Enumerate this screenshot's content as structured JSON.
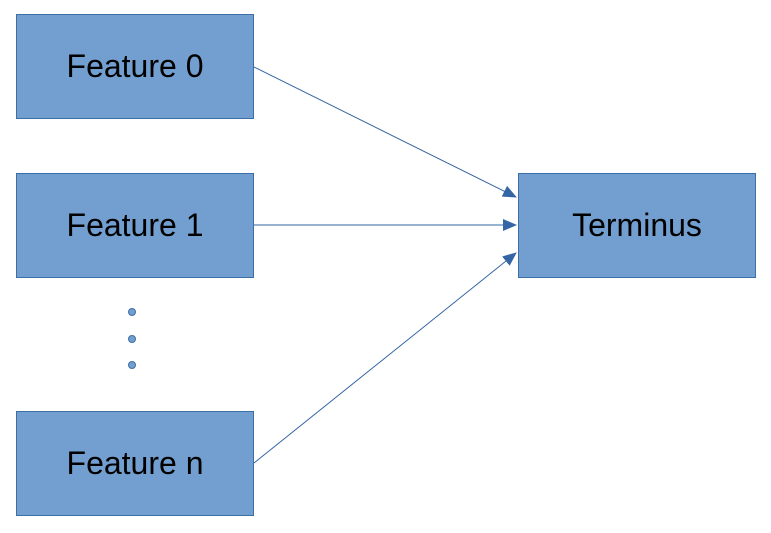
{
  "colors": {
    "node_fill": "#729fcf",
    "node_border": "#3c6fa6",
    "edge": "#3465a4",
    "text": "#000000"
  },
  "nodes": {
    "feature_0": "Feature 0",
    "feature_1": "Feature 1",
    "feature_n": "Feature n",
    "terminus": "Terminus"
  },
  "edges": [
    {
      "from": "Feature 0",
      "to": "Terminus"
    },
    {
      "from": "Feature 1",
      "to": "Terminus"
    },
    {
      "from": "Feature n",
      "to": "Terminus"
    }
  ],
  "ellipsis_dot_count": 3
}
